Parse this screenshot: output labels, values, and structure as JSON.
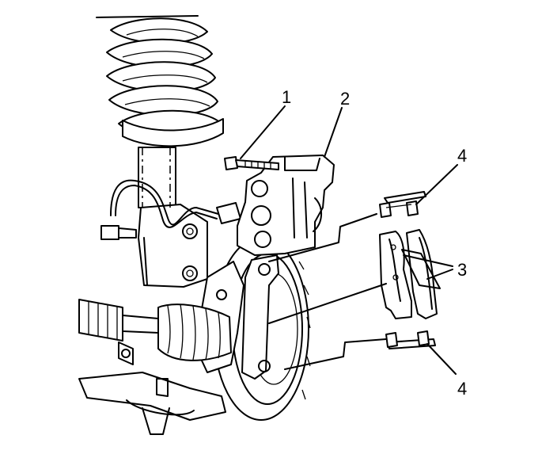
{
  "callouts": [
    {
      "id": "1",
      "text": "1"
    },
    {
      "id": "2",
      "text": "2"
    },
    {
      "id": "3",
      "text": "3"
    },
    {
      "id": "4-top",
      "text": "4"
    },
    {
      "id": "4-bottom",
      "text": "4"
    }
  ]
}
